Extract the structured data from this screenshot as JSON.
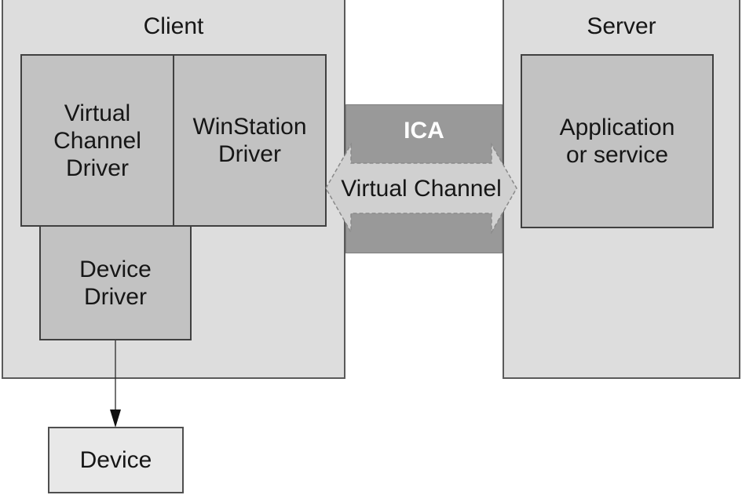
{
  "diagram": {
    "client": {
      "title": "Client"
    },
    "server": {
      "title": "Server"
    },
    "client_boxes": {
      "virtual_channel_driver": "Virtual\nChannel\nDriver",
      "winstation_driver": "WinStation\nDriver",
      "device_driver": "Device\nDriver"
    },
    "server_boxes": {
      "application": "Application\nor service"
    },
    "channel": {
      "band_label": "ICA",
      "arrow_label": "Virtual Channel"
    },
    "device": {
      "label": "Device"
    },
    "colors": {
      "outer_box_fill": "#dddddd",
      "inner_box_fill": "#c2c2c2",
      "ica_band_fill": "#999999",
      "arrow_fill": "#d0d0d0",
      "device_box_fill": "#e8e8e8",
      "border_dark": "#404040",
      "ica_text": "#ffffff"
    }
  }
}
